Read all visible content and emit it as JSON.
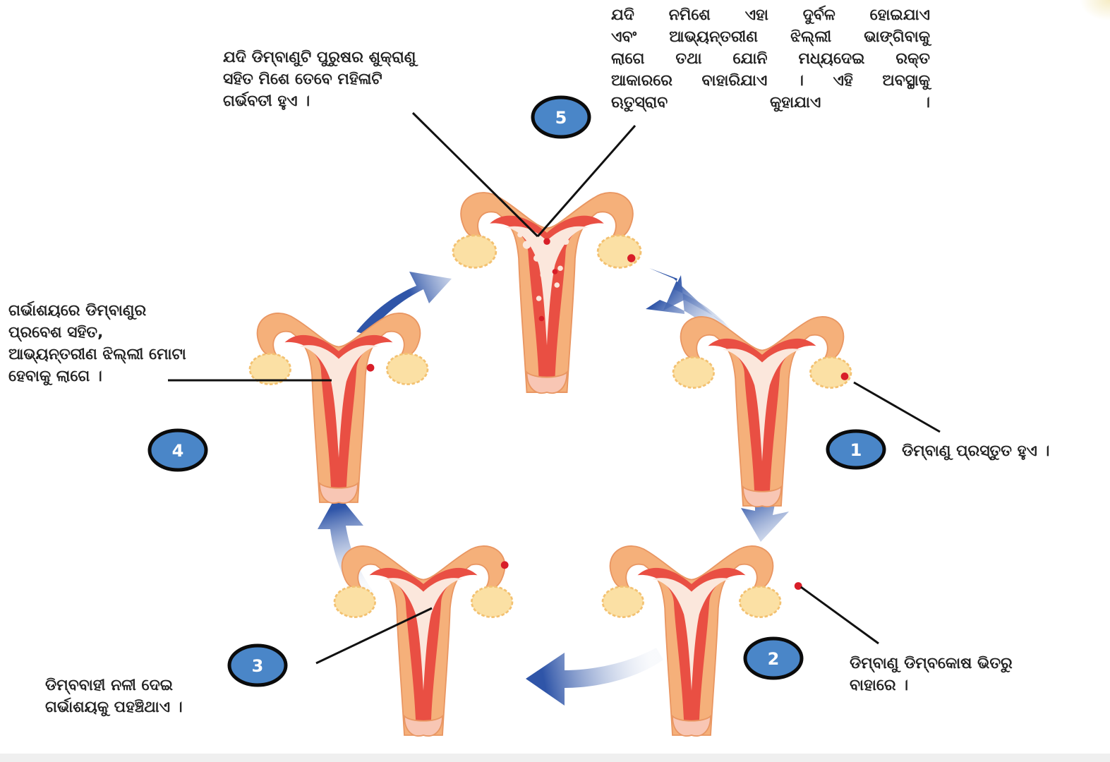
{
  "steps": [
    {
      "number": "1",
      "caption": "ଡିମ୍ବାଣୁ ପ୍ରସ୍ତୁତ ହୁଏ ।"
    },
    {
      "number": "2",
      "caption": "ଡିମ୍ବାଣୁ ଡିମ୍ବକୋଷ ଭିତରୁ\nବାହାରେ ।"
    },
    {
      "number": "3",
      "caption": "ଡିମ୍ବବାହୀ ନଳୀ ଦେଇ\n  ଗର୍ଭାଶୟକୁ ପହଞ୍ଚିଥାଏ ।"
    },
    {
      "number": "4",
      "caption": "ଗର୍ଭାଶୟରେ ଡିମ୍ବାଣୁର\nପ୍ରବେଶ ସହିତ,\nଆଭ୍ୟନ୍ତରୀଣ ଝିଲ୍ଲୀ ମୋଟା\nହେବାକୁ ଲାଗେ ।"
    },
    {
      "number": "5",
      "caption": "ଯଦି ନମିଶେ ଏହା ଦୁର୍ବଳ ହୋଇଯାଏ\nଏବଂ ଆଭ୍ୟନ୍ତରୀଣ ଝିଲ୍ଲୀ ଭାଙ୍ଗିବାକୁ\nଲାଗେ ତଥା ଯୋନି ମଧ୍ୟଦେଇ ରକ୍ତ\nଆକାରରେ ବାହାରିଯାଏ । ଏହି ଅବସ୍ଥାକୁ\nଋତୁସ୍ରାବ କୁହାଯାଏ ।"
    }
  ],
  "pregnancy_caption": "ଯଦି ଡିମ୍ବାଣୁଟି ପୁରୁଷର ଶୁକ୍ରାଣୁ\nସହିତ ମିଶେ ତେବେ ମହିଳାଟି\nଗର୍ଭବତୀ ହୁଏ ।",
  "colors": {
    "uterus_outer": "#f5b07a",
    "uterus_inner": "#e94f43",
    "cavity": "#fbe7dc",
    "ovary": "#fbe0a4",
    "ovum": "#d81e28",
    "arrow": "#2f55a8",
    "badge_fill": "#4a86c8",
    "badge_ring": "#0b0b0b"
  },
  "icons": [
    "uterus-illustration",
    "ovary-icon",
    "ovum-icon",
    "cycle-arrow-icon",
    "step-number-badge"
  ]
}
